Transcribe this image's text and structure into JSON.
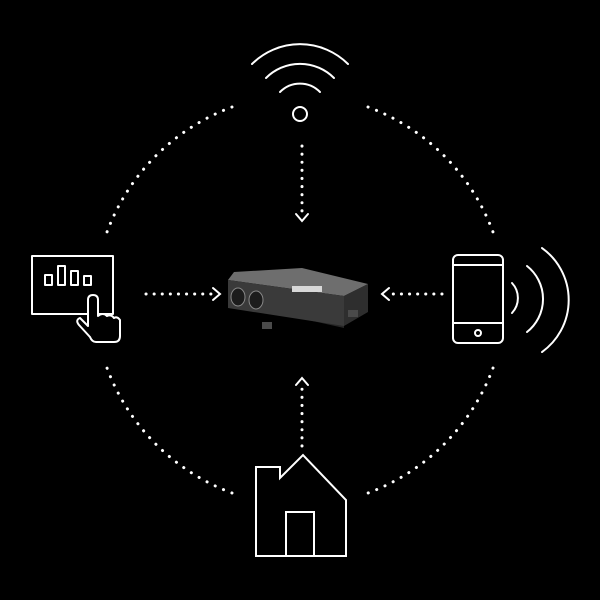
{
  "colors": {
    "background": "#000000",
    "line": "#ffffff",
    "device_body": "#3a3a3a",
    "device_top": "#6e6e6e",
    "device_side": "#262626"
  },
  "icons": {
    "top": "wifi-icon",
    "left": "control-panel-touch-icon",
    "right": "smartphone-signal-icon",
    "bottom": "house-icon",
    "center": "ventilation-unit-device"
  },
  "connections": [
    {
      "from": "wifi-icon",
      "to": "ventilation-unit-device",
      "style": "dotted-arrow"
    },
    {
      "from": "control-panel-touch-icon",
      "to": "ventilation-unit-device",
      "style": "dotted-arrow"
    },
    {
      "from": "smartphone-signal-icon",
      "to": "ventilation-unit-device",
      "style": "dotted-arrow"
    },
    {
      "from": "house-icon",
      "to": "ventilation-unit-device",
      "style": "dotted-arrow"
    }
  ]
}
